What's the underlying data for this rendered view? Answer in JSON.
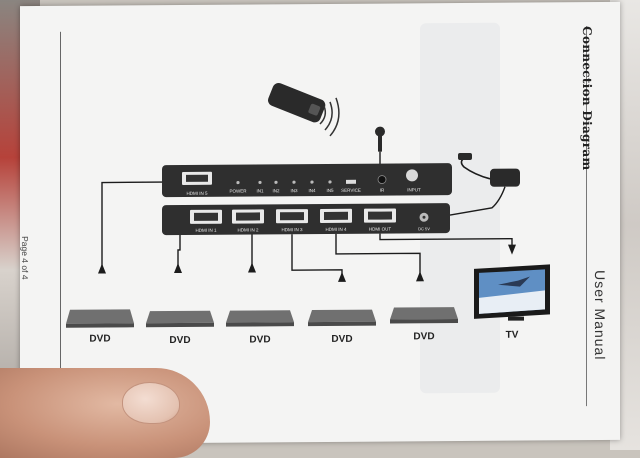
{
  "page_number": "Page 4 of 4",
  "section_title": "Connection Diagram",
  "manual_title": "User Manual",
  "front_panel": {
    "port": "HDMI IN 5",
    "labels": [
      "POWER",
      "IN1",
      "IN2",
      "IN3",
      "IN4",
      "IN5",
      "SERVICE",
      "IR",
      "INPUT"
    ]
  },
  "back_panel": {
    "ports": [
      "HDMI IN 1",
      "HDMI IN 2",
      "HDMI IN 3",
      "HDMI IN 4",
      "HDMI OUT"
    ],
    "dc_label": "DC 5V"
  },
  "devices": {
    "dvd_label": "DVD",
    "dvd_count": 5,
    "tv_label": "TV"
  },
  "colors": {
    "panel": "#2f2f2f",
    "line": "#1c1c1c",
    "paper": "#f4f4f3"
  }
}
